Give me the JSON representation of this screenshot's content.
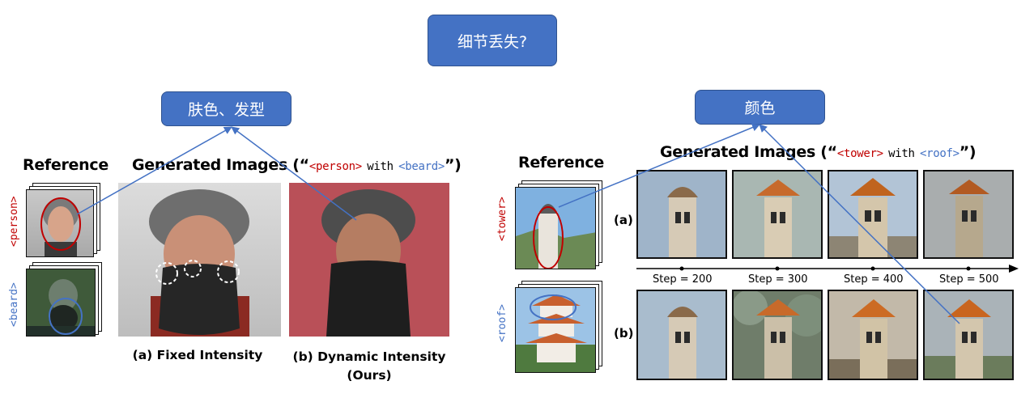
{
  "callouts": {
    "top": "细节丢失?",
    "left": "肤色、发型",
    "right": "颜色"
  },
  "left_panel": {
    "reference_heading": "Reference",
    "generated_heading": "Generated Images",
    "prompt_open": "(“",
    "prompt_person": "<person>",
    "prompt_with": "with",
    "prompt_beard": "<beard>",
    "prompt_close": "”)",
    "tag_person": "<person>",
    "tag_beard": "<beard>",
    "caption_a": "(a) Fixed Intensity",
    "caption_b_line1": "(b) Dynamic Intensity",
    "caption_b_line2": "(Ours)"
  },
  "right_panel": {
    "reference_heading": "Reference",
    "generated_heading": "Generated Images",
    "prompt_open": "(“",
    "prompt_tower": "<tower>",
    "prompt_with": "with",
    "prompt_roof": "<roof>",
    "prompt_close": "”)",
    "tag_tower": "<tower>",
    "tag_roof": "<roof>",
    "row_a": "(a)",
    "row_b": "(b)",
    "steps": [
      "Step = 200",
      "Step = 300",
      "Step = 400",
      "Step = 500"
    ]
  },
  "colors": {
    "accent_blue": "#4472c4",
    "token_red": "#c00000",
    "box_border": "#2f528f"
  }
}
